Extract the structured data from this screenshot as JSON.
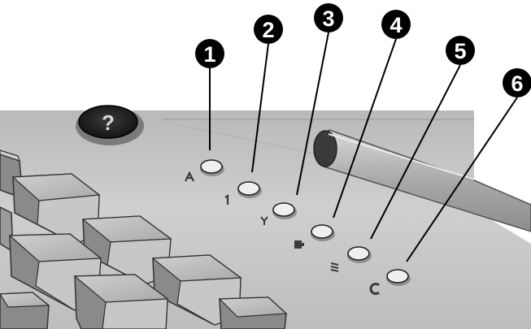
{
  "callouts": [
    {
      "number": "1",
      "icon": "a-lock-icon"
    },
    {
      "number": "2",
      "icon": "numlock-icon"
    },
    {
      "number": "3",
      "icon": "scroll-lock-icon"
    },
    {
      "number": "4",
      "icon": "battery-icon"
    },
    {
      "number": "5",
      "icon": "drive-activity-icon"
    },
    {
      "number": "6",
      "icon": "power-icon"
    }
  ],
  "help_key_label": "?",
  "colors": {
    "panel": "#c9c9c9",
    "panel_shadow": "#9b9b9b",
    "key_top": "#bdbdbd",
    "key_side": "#7d7d7d",
    "callout_fill": "#000000",
    "callout_text": "#ffffff",
    "led": "#efefef"
  }
}
